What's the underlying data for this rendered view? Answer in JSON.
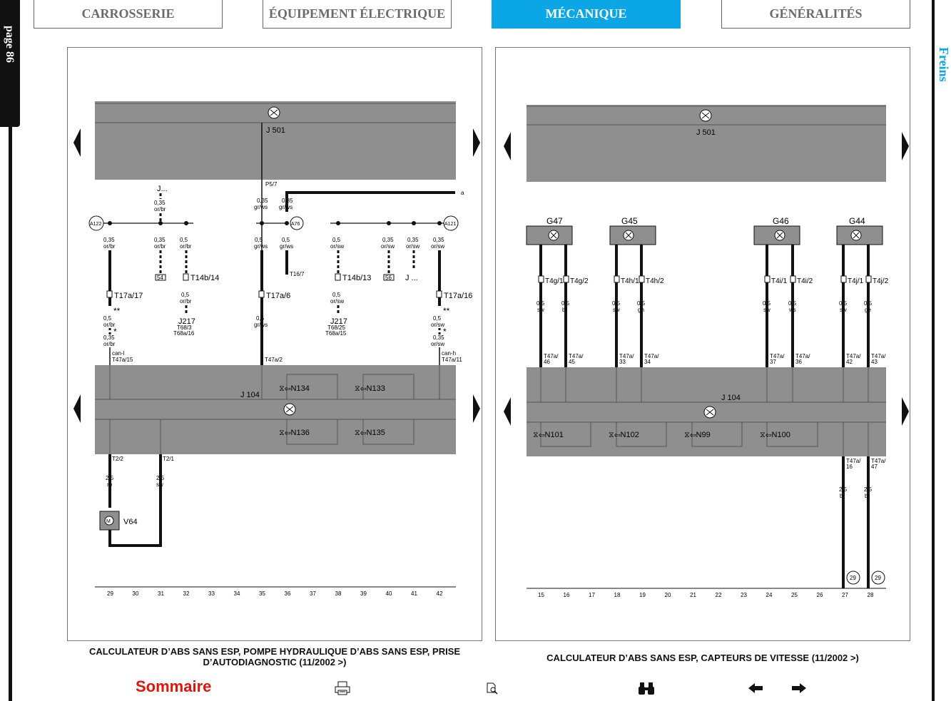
{
  "page_label": "page 86",
  "section": "Freins",
  "tabs": [
    "CARROSSERIE",
    "ÉQUIPEMENT ÉLECTRIQUE",
    "MÉCANIQUE",
    "GÉNÉRALITÉS"
  ],
  "left": {
    "caption_line1": "CALCULATEUR D’ABS SANS ESP, POMPE HYDRAULIQUE D’ABS SANS ESP, PRISE",
    "caption_line2": "D’AUTODIAGNOSTIC (11/2002 >)",
    "j501": "J 501",
    "j104": "J 104",
    "p57": "P5/7",
    "a_label": "a",
    "jdots1": "J...",
    "jdots2": "J ...",
    "w035orbr": "0,35",
    "c_orbr": "or/br",
    "v035": "0,35",
    "v05": "0,5",
    "c_grws": "gr/ws",
    "c_orsw": "or/sw",
    "a122": "A122",
    "a76": "A76",
    "a121": "A121",
    "t17a17": "T17a/17",
    "t17a6": "T17a/6",
    "t17a16": "T17a/16",
    "t14b14": "T14b/14",
    "t14b13": "T14b/13",
    "t167": "T16/7",
    "b54": "54",
    "b56": "56",
    "j217": "J217",
    "t683": "T68/3",
    "t68a16": "T68a/16",
    "t6825": "T68/25",
    "t68a15": "T68a/15",
    "stars2": "**",
    "star1": "*",
    "canl": "can-l",
    "canh": "can-h",
    "t47a15": "T47a/15",
    "t47a2": "T47a/2",
    "t47a11": "T47a/11",
    "n134": "N134",
    "n133": "N133",
    "n136": "N136",
    "n135": "N135",
    "t22": "T2/2",
    "t21": "T2/1",
    "v25": "2,5",
    "c_ro": "ro",
    "c_sw": "sw",
    "v64": "V64",
    "motor": "M",
    "cols": [
      "29",
      "30",
      "31",
      "32",
      "33",
      "34",
      "35",
      "36",
      "37",
      "38",
      "39",
      "40",
      "41",
      "42"
    ]
  },
  "right": {
    "caption": "CALCULATEUR D’ABS SANS ESP, CAPTEURS DE VITESSE (11/2002 >)",
    "j501": "J 501",
    "j104": "J 104",
    "sensors": [
      "G47",
      "G45",
      "G46",
      "G44"
    ],
    "plugs": [
      "T4g/1",
      "T4g/2",
      "T4h/1",
      "T4h/2",
      "T4i/1",
      "T4i/2",
      "T4j/1",
      "T4j/2"
    ],
    "wire_size": "0,5",
    "colors": [
      "sw",
      "br",
      "sw",
      "gn",
      "sw",
      "ws",
      "sw",
      "ge"
    ],
    "t47": [
      "T47a/",
      "T47a/",
      "T47a/",
      "T47a/",
      "T47a/",
      "T47a/",
      "T47a/",
      "T47a/"
    ],
    "t47n": [
      "46",
      "45",
      "33",
      "34",
      "37",
      "36",
      "42",
      "43"
    ],
    "valves": [
      "N101",
      "N102",
      "N99",
      "N100"
    ],
    "bottom_t": [
      "T47a/",
      "T47a/"
    ],
    "bottom_n": [
      "16",
      "47"
    ],
    "bottom_size": "2,5",
    "bottom_color": "br",
    "ground": [
      "29",
      "29"
    ],
    "cols": [
      "15",
      "16",
      "17",
      "18",
      "19",
      "20",
      "21",
      "22",
      "23",
      "24",
      "25",
      "26",
      "27",
      "28"
    ]
  },
  "toolbar": {
    "sommaire": "Sommaire"
  },
  "icons": [
    "print-icon",
    "zoom-page-icon",
    "binoculars-icon",
    "arrow-left-icon",
    "arrow-right-icon"
  ]
}
